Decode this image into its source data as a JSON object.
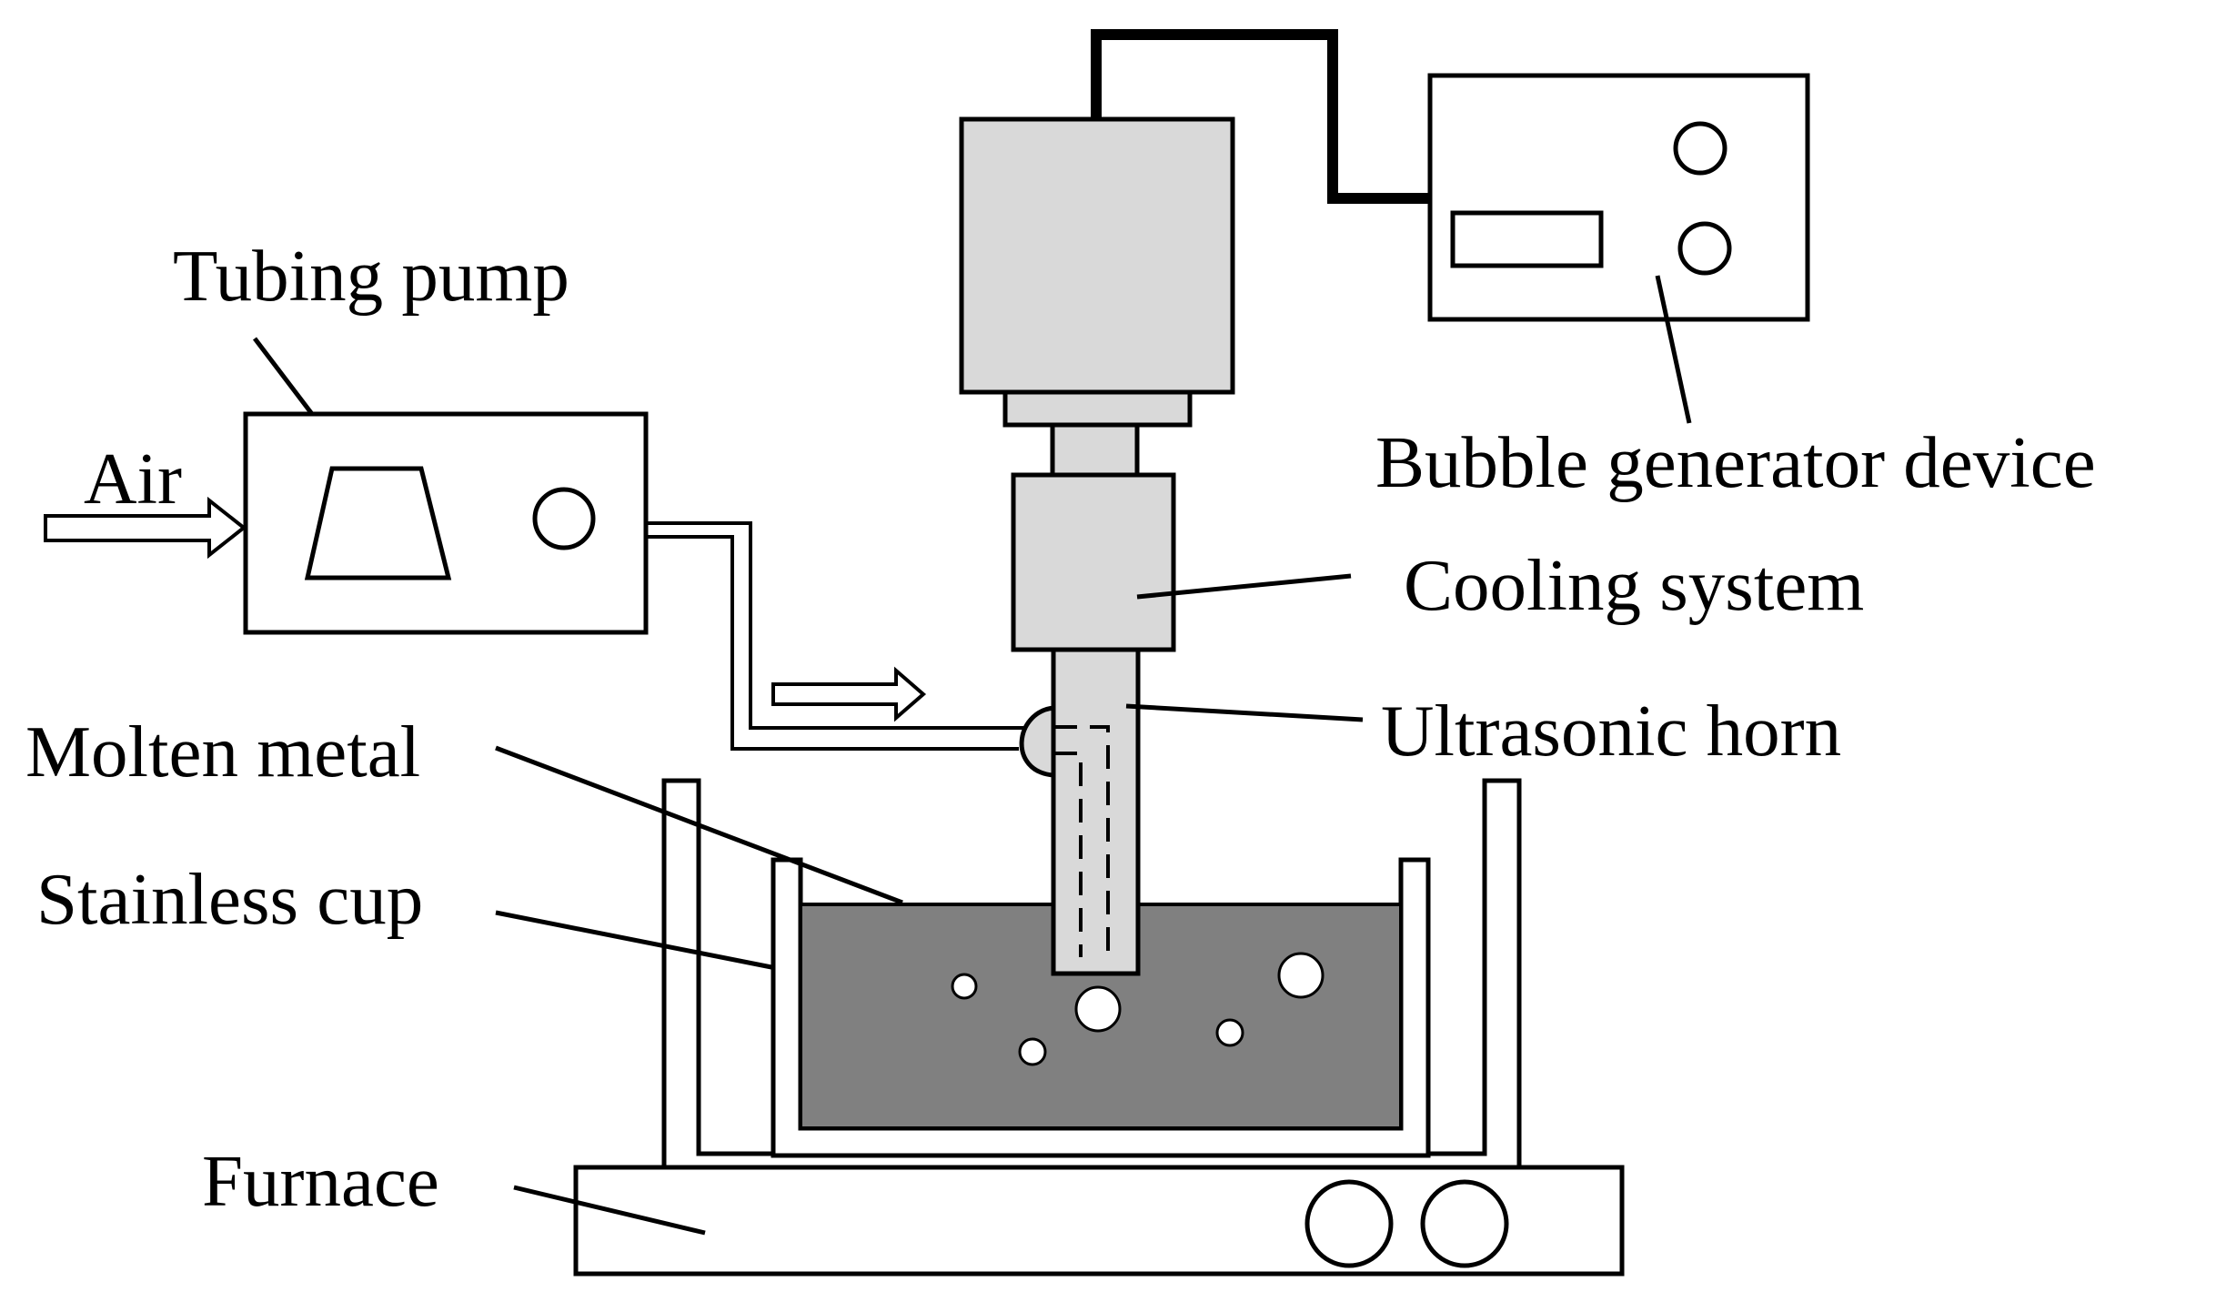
{
  "labels": {
    "tubing_pump": "Tubing pump",
    "air": "Air",
    "bubble_generator": "Bubble generator device",
    "cooling_system": "Cooling system",
    "ultrasonic_horn": "Ultrasonic horn",
    "molten_metal": "Molten metal",
    "stainless_cup": "Stainless cup",
    "furnace": "Furnace"
  },
  "colors": {
    "stroke": "#000000",
    "equipment_fill": "#d9d9d9",
    "molten_metal_fill": "#808080",
    "bubble_fill": "#ffffff",
    "background": "#ffffff"
  }
}
